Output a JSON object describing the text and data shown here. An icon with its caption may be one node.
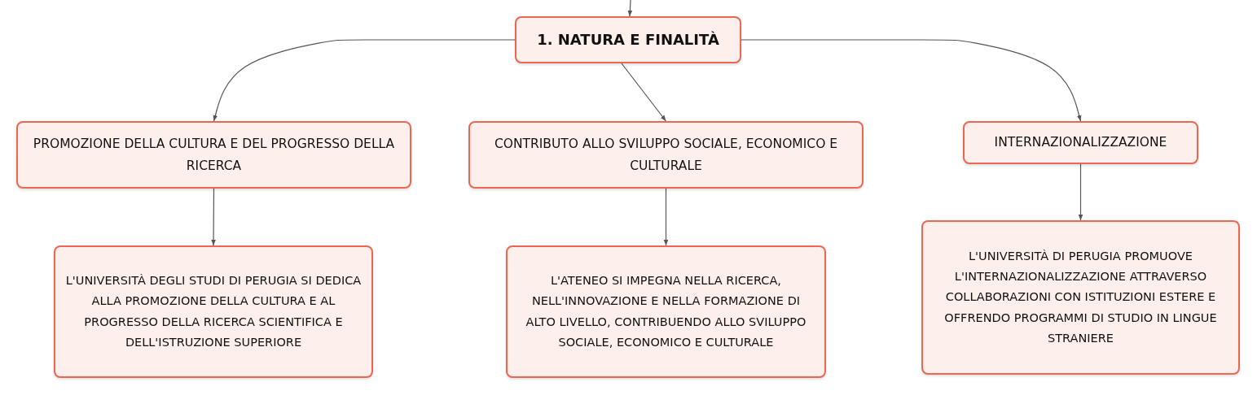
{
  "diagram": {
    "nodes": [
      {
        "text": [
          "1. NATURA E FINALITÀ"
        ]
      },
      {
        "text": [
          "PROMOZIONE DELLA CULTURA E DEL PROGRESSO DELLA RICERCA"
        ]
      },
      {
        "text": [
          "CONTRIBUTO ALLO SVILUPPO SOCIALE, ECONOMICO E CULTURALE"
        ]
      },
      {
        "text": [
          "INTERNAZIONALIZZAZIONE"
        ]
      },
      {
        "text": [
          "L'UNIVERSITÀ DEGLI STUDI DI PERUGIA SI DEDICA ALLA PROMOZIONE DELLA CULTURA E AL PROGRESSO DELLA RICERCA SCIENTIFICA E DELL'ISTRUZIONE SUPERIORE"
        ]
      },
      {
        "text": [
          "L'ATENEO SI IMPEGNA NELLA RICERCA, NELL'INNOVAZIONE E NELLA FORMAZIONE DI ALTO LIVELLO, CONTRIBUENDO ALLO SVILUPPO SOCIALE, ECONOMICO E CULTURALE"
        ]
      },
      {
        "text": [
          "L'UNIVERSITÀ DI PERUGIA PROMUOVE L'INTERNAZIONALIZZAZIONE ATTRAVERSO COLLABORAZIONI CON ISTITUZIONI ESTERE E OFFRENDO PROGRAMMI DI STUDIO IN LINGUE STRANIERE"
        ]
      }
    ],
    "edges": [
      {
        "from": null,
        "to": 0,
        "arrow": "to"
      },
      {
        "from": 0,
        "to": 1,
        "arrow": "to"
      },
      {
        "from": 0,
        "to": 2,
        "arrow": "to"
      },
      {
        "from": 0,
        "to": 3,
        "arrow": "to"
      },
      {
        "from": 1,
        "to": 4,
        "arrow": "to"
      },
      {
        "from": 2,
        "to": 5,
        "arrow": "to"
      },
      {
        "from": 3,
        "to": 6,
        "arrow": "to"
      }
    ]
  }
}
